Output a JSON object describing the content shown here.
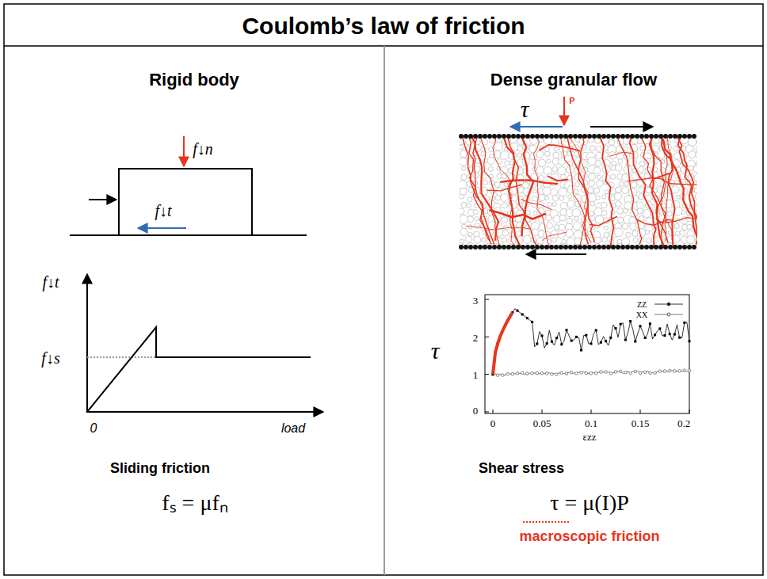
{
  "diagram": {
    "title": "Coulomb’s law of friction",
    "nodes": [
      {
        "text": [
          "Rigid body"
        ]
      },
      {
        "text": [
          "Dense granular flow"
        ]
      }
    ],
    "labels": [
      "f↓n",
      "f↓t",
      "f↓t",
      "f↓s",
      "0",
      "load",
      "Sliding friction",
      "fₛ = μfₙ",
      "τ",
      "P",
      "3",
      "2",
      "1",
      "0",
      "0",
      "0.05",
      "0.1",
      "0.15",
      "0.2",
      "εzz",
      "τ",
      "Shear stress",
      "τ = μ(I)P",
      "macroscopic friction"
    ],
    "legend": [
      {
        "text": "ZZ"
      },
      {
        "text": "XX"
      }
    ]
  }
}
